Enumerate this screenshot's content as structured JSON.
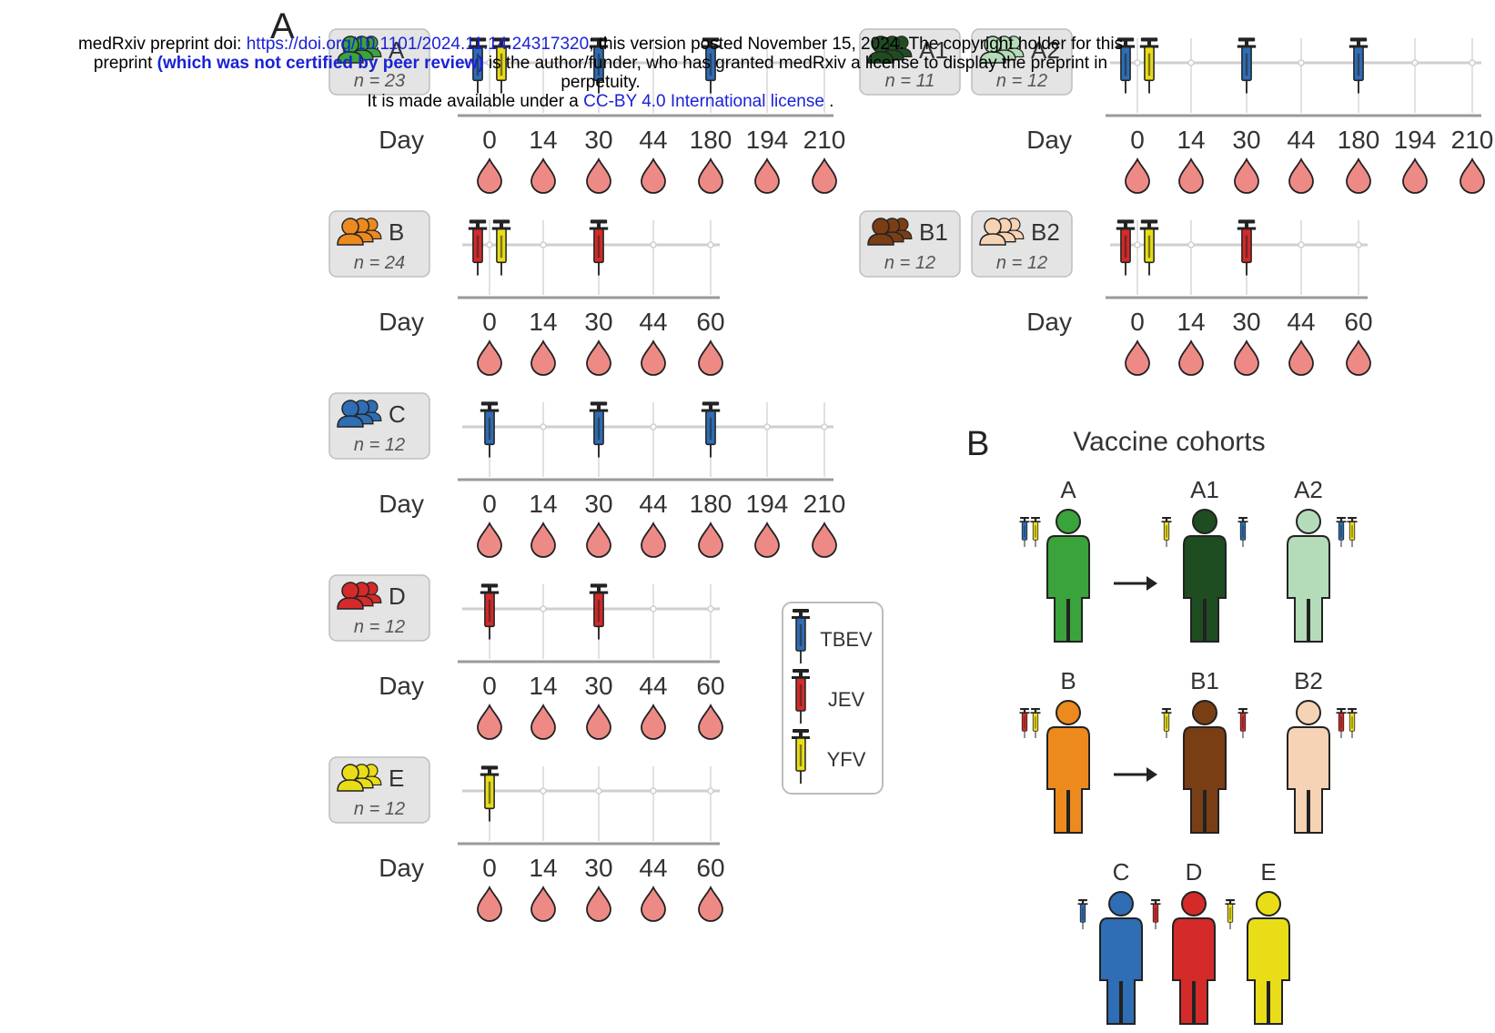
{
  "header": {
    "l1_a": "medRxiv preprint doi: ",
    "l1_link": "https://doi.org/10.1101/2024.11.14.24317320",
    "l1_b": "; this version posted November 15, 2024. The copyright holder for this",
    "l2_a": "preprint ",
    "l2_bold": "(which was not certified by peer review)",
    "l2_b": " is the author/funder, who has granted medRxiv a license to display the preprint in",
    "l3": "perpetuity.",
    "l4_a": "It is made available under a ",
    "l4_link": "CC-BY 4.0 International license",
    "l4_b": " ."
  },
  "panel_a_label": "A",
  "panel_b_label": "B",
  "day_label": "Day",
  "colors": {
    "TBEV": "#2f6db4",
    "JEV": "#d42a2a",
    "YFV": "#e9dd18",
    "A": "#3ba33b",
    "A1": "#1f4d22",
    "A2": "#b5dcb8",
    "B": "#ec8a1e",
    "B1": "#7a3e14",
    "B2": "#f7d3b6",
    "C": "#2f6db4",
    "D": "#d42a2a",
    "E": "#e9dd18",
    "drop": "#ee8a86"
  },
  "timelines": [
    {
      "groups": [
        {
          "name": "A",
          "n": "n = 23",
          "color": "A"
        }
      ],
      "days": [
        "0",
        "14",
        "30",
        "44",
        "180",
        "194",
        "210"
      ],
      "shots": [
        {
          "i": 0,
          "v": [
            "TBEV",
            "YFV"
          ]
        },
        {
          "i": 2,
          "v": [
            "TBEV"
          ]
        },
        {
          "i": 4,
          "v": [
            "TBEV"
          ]
        }
      ]
    },
    {
      "groups": [
        {
          "name": "A1",
          "n": "n = 11",
          "color": "A1"
        },
        {
          "name": "A2",
          "n": "n = 12",
          "color": "A2"
        }
      ],
      "days": [
        "0",
        "14",
        "30",
        "44",
        "180",
        "194",
        "210"
      ],
      "shots": [
        {
          "i": 0,
          "v": [
            "TBEV",
            "YFV"
          ]
        },
        {
          "i": 2,
          "v": [
            "TBEV"
          ]
        },
        {
          "i": 4,
          "v": [
            "TBEV"
          ]
        }
      ]
    },
    {
      "groups": [
        {
          "name": "B",
          "n": "n = 24",
          "color": "B"
        }
      ],
      "days": [
        "0",
        "14",
        "30",
        "44",
        "60"
      ],
      "shots": [
        {
          "i": 0,
          "v": [
            "JEV",
            "YFV"
          ]
        },
        {
          "i": 2,
          "v": [
            "JEV"
          ]
        }
      ]
    },
    {
      "groups": [
        {
          "name": "B1",
          "n": "n = 12",
          "color": "B1"
        },
        {
          "name": "B2",
          "n": "n = 12",
          "color": "B2"
        }
      ],
      "days": [
        "0",
        "14",
        "30",
        "44",
        "60"
      ],
      "shots": [
        {
          "i": 0,
          "v": [
            "JEV",
            "YFV"
          ]
        },
        {
          "i": 2,
          "v": [
            "JEV"
          ]
        }
      ]
    },
    {
      "groups": [
        {
          "name": "C",
          "n": "n = 12",
          "color": "C"
        }
      ],
      "days": [
        "0",
        "14",
        "30",
        "44",
        "180",
        "194",
        "210"
      ],
      "shots": [
        {
          "i": 0,
          "v": [
            "TBEV"
          ]
        },
        {
          "i": 2,
          "v": [
            "TBEV"
          ]
        },
        {
          "i": 4,
          "v": [
            "TBEV"
          ]
        }
      ]
    },
    {
      "groups": [
        {
          "name": "D",
          "n": "n = 12",
          "color": "D"
        }
      ],
      "days": [
        "0",
        "14",
        "30",
        "44",
        "60"
      ],
      "shots": [
        {
          "i": 0,
          "v": [
            "JEV"
          ]
        },
        {
          "i": 2,
          "v": [
            "JEV"
          ]
        }
      ]
    },
    {
      "groups": [
        {
          "name": "E",
          "n": "n = 12",
          "color": "E"
        }
      ],
      "days": [
        "0",
        "14",
        "30",
        "44",
        "60"
      ],
      "shots": [
        {
          "i": 0,
          "v": [
            "YFV"
          ]
        }
      ]
    }
  ],
  "legend": [
    {
      "label": "TBEV",
      "color": "TBEV"
    },
    {
      "label": "JEV",
      "color": "JEV"
    },
    {
      "label": "YFV",
      "color": "YFV"
    }
  ],
  "cohorts": {
    "title": "Vaccine cohorts",
    "people": [
      {
        "label": "A",
        "color": "A",
        "left": [
          "TBEV",
          "YFV"
        ],
        "right": []
      },
      {
        "label": "A1",
        "color": "A1",
        "left": [
          "YFV"
        ],
        "right": [
          "TBEV"
        ]
      },
      {
        "label": "A2",
        "color": "A2",
        "left": [],
        "right": [
          "TBEV",
          "YFV"
        ]
      },
      {
        "label": "B",
        "color": "B",
        "left": [
          "JEV",
          "YFV"
        ],
        "right": []
      },
      {
        "label": "B1",
        "color": "B1",
        "left": [
          "YFV"
        ],
        "right": [
          "JEV"
        ]
      },
      {
        "label": "B2",
        "color": "B2",
        "left": [],
        "right": [
          "JEV",
          "YFV"
        ]
      },
      {
        "label": "C",
        "color": "C",
        "left": [
          "TBEV"
        ],
        "right": []
      },
      {
        "label": "D",
        "color": "D",
        "left": [
          "JEV"
        ],
        "right": []
      },
      {
        "label": "E",
        "color": "E",
        "left": [
          "YFV"
        ],
        "right": []
      }
    ]
  }
}
